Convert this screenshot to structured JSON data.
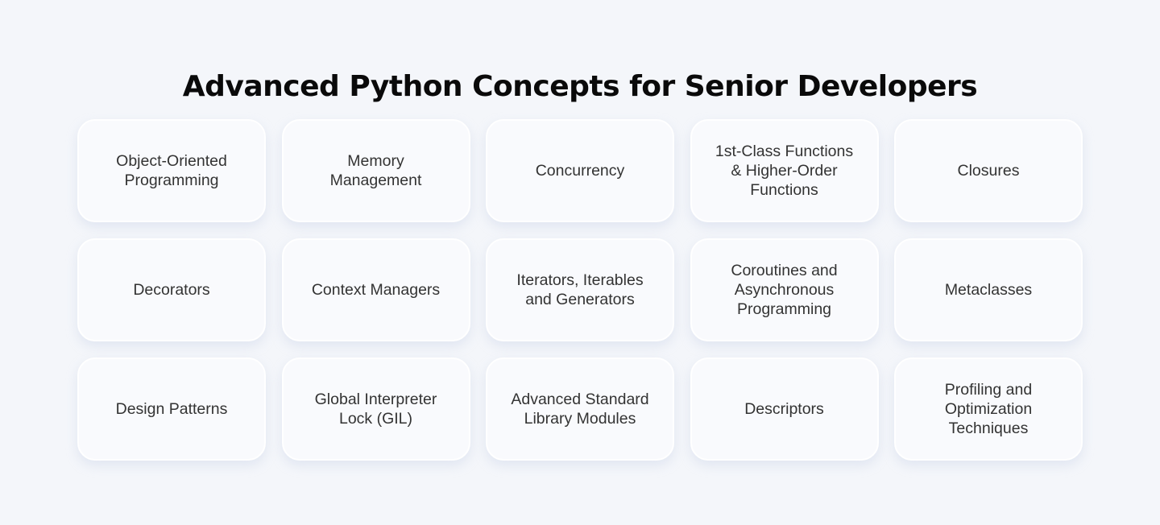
{
  "title": "Advanced Python Concepts for Senior Developers",
  "cards": [
    {
      "label": "Object-Oriented\nProgramming"
    },
    {
      "label": "Memory\nManagement"
    },
    {
      "label": "Concurrency"
    },
    {
      "label": "1st-Class Functions\n& Higher-Order\nFunctions"
    },
    {
      "label": "Closures"
    },
    {
      "label": "Decorators"
    },
    {
      "label": "Context Managers"
    },
    {
      "label": "Iterators, Iterables\nand Generators"
    },
    {
      "label": "Coroutines and\nAsynchronous\nProgramming"
    },
    {
      "label": "Metaclasses"
    },
    {
      "label": "Design Patterns"
    },
    {
      "label": "Global Interpreter\nLock (GIL)"
    },
    {
      "label": "Advanced Standard\nLibrary Modules"
    },
    {
      "label": "Descriptors"
    },
    {
      "label": "Profiling and\nOptimization\nTechniques"
    }
  ]
}
